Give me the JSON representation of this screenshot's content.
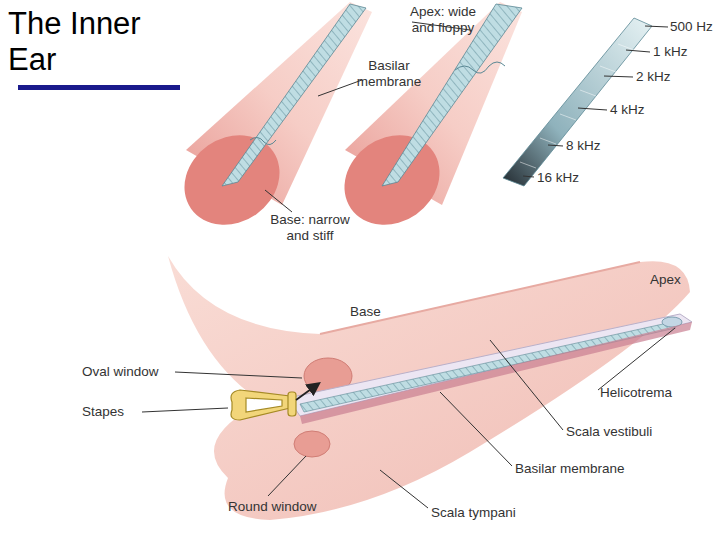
{
  "diagram": {
    "title": "The Inner Ear",
    "labels": [
      "Apex: wide and floppy",
      "Basilar membrane",
      "Base: narrow and stiff",
      "500 Hz",
      "1 kHz",
      "2 kHz",
      "4 kHz",
      "8 kHz",
      "16 kHz",
      "Base",
      "Apex",
      "Oval window",
      "Stapes",
      "Helicotrema",
      "Scala vestibuli",
      "Round window",
      "Basilar membrane",
      "Scala tympani"
    ]
  }
}
